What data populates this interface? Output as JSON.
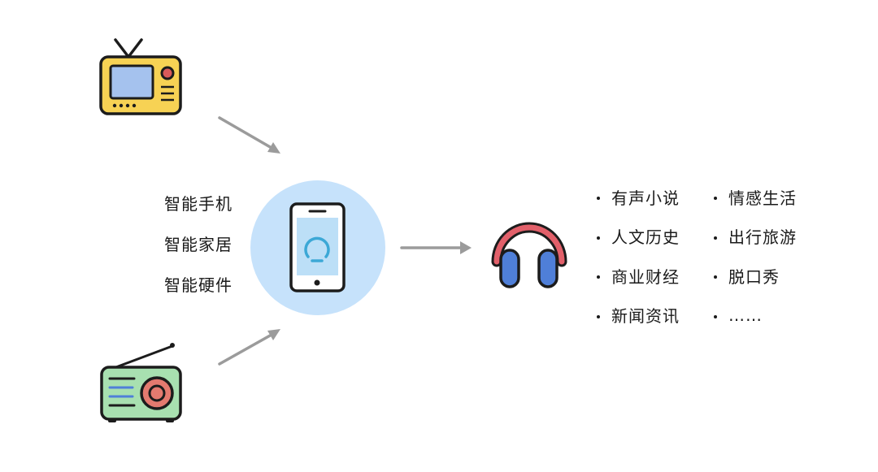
{
  "device_labels": [
    "智能手机",
    "智能家居",
    "智能硬件"
  ],
  "content_categories": [
    "有声小说",
    "情感生活",
    "人文历史",
    "出行旅游",
    "商业财经",
    "脱口秀",
    "新闻资讯",
    "……"
  ],
  "icons": {
    "tv": "tv-icon",
    "radio": "radio-icon",
    "phone": "smartphone-icon",
    "bulb": "lightbulb-icon",
    "headphones": "headphones-icon"
  },
  "colors": {
    "tv_body": "#F7D254",
    "tv_screen": "#A5C2EE",
    "tv_knob": "#D85A5A",
    "radio_body": "#A8E0B0",
    "radio_speaker": "#E47A6F",
    "phone_circle": "#C6E2FB",
    "phone_screen": "#BCDFF7",
    "bulb": "#3CA8D6",
    "headphone_band": "#E2606A",
    "headphone_cup": "#4F7FD8",
    "arrow": "#9B9B9B",
    "outline": "#1c1c1c"
  }
}
